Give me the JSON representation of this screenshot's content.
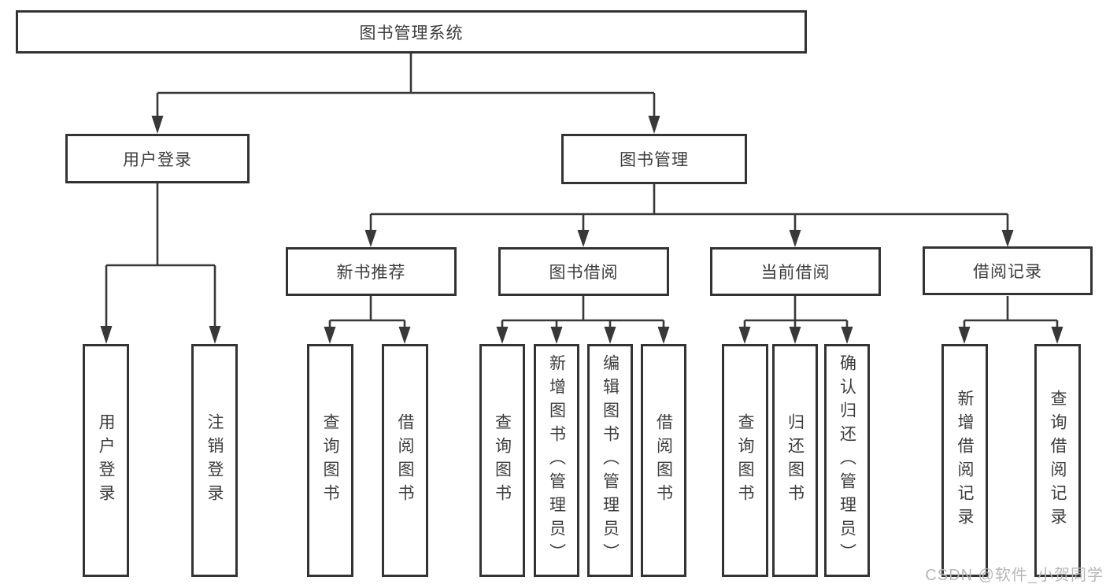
{
  "root": {
    "label": "图书管理系统"
  },
  "level2": {
    "user_login": {
      "label": "用户登录"
    },
    "book_mgmt": {
      "label": "图书管理"
    }
  },
  "level3": {
    "new_books": {
      "label": "新书推荐"
    },
    "book_borrow": {
      "label": "图书借阅"
    },
    "current_borrow": {
      "label": "当前借阅"
    },
    "borrow_records": {
      "label": "借阅记录"
    }
  },
  "leaves": {
    "user_login_children": [
      {
        "label": "用户登录"
      },
      {
        "label": "注销登录"
      }
    ],
    "new_books_children": [
      {
        "label": "查询图书"
      },
      {
        "label": "借阅图书"
      }
    ],
    "book_borrow_children": [
      {
        "label": "查询图书"
      },
      {
        "label": "新增图书（管理员）"
      },
      {
        "label": "编辑图书（管理员）"
      },
      {
        "label": "借阅图书"
      }
    ],
    "current_borrow_children": [
      {
        "label": "查询图书"
      },
      {
        "label": "归还图书"
      },
      {
        "label": "确认归还（管理员）"
      }
    ],
    "borrow_records_children": [
      {
        "label": "新增借阅记录"
      },
      {
        "label": "查询借阅记录"
      }
    ]
  },
  "watermark": {
    "text": "CSDN @软件_小贺同学"
  },
  "colors": {
    "line": "#383838",
    "box_border": "#333333",
    "text": "#3d3d3d",
    "watermark": "#b7b7b7",
    "background": "#ffffff"
  }
}
